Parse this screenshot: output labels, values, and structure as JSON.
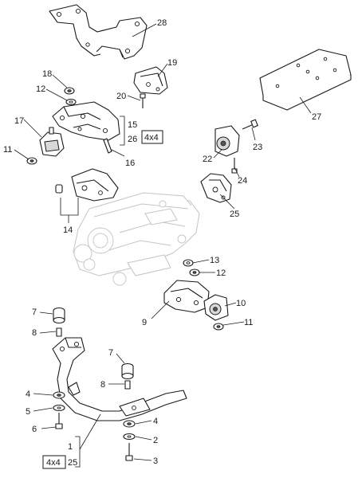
{
  "callouts": [
    {
      "id": "c28",
      "text": "28"
    },
    {
      "id": "c19",
      "text": "19"
    },
    {
      "id": "c18",
      "text": "18"
    },
    {
      "id": "c12a",
      "text": "12"
    },
    {
      "id": "c20",
      "text": "20"
    },
    {
      "id": "c27",
      "text": "27"
    },
    {
      "id": "c17",
      "text": "17"
    },
    {
      "id": "c15",
      "text": "15"
    },
    {
      "id": "c26",
      "text": "26"
    },
    {
      "id": "c11a",
      "text": "11"
    },
    {
      "id": "c16",
      "text": "16"
    },
    {
      "id": "c23",
      "text": "23"
    },
    {
      "id": "c22",
      "text": "22"
    },
    {
      "id": "c24",
      "text": "24"
    },
    {
      "id": "c25",
      "text": "25"
    },
    {
      "id": "c14",
      "text": "14"
    },
    {
      "id": "c13",
      "text": "13"
    },
    {
      "id": "c12b",
      "text": "12"
    },
    {
      "id": "c10",
      "text": "10"
    },
    {
      "id": "c9",
      "text": "9"
    },
    {
      "id": "c11b",
      "text": "11"
    },
    {
      "id": "c7a",
      "text": "7"
    },
    {
      "id": "c8a",
      "text": "8"
    },
    {
      "id": "c7b",
      "text": "7"
    },
    {
      "id": "c8b",
      "text": "8"
    },
    {
      "id": "c4a",
      "text": "4"
    },
    {
      "id": "c5",
      "text": "5"
    },
    {
      "id": "c6",
      "text": "6"
    },
    {
      "id": "c4b",
      "text": "4"
    },
    {
      "id": "c2",
      "text": "2"
    },
    {
      "id": "c3",
      "text": "3"
    },
    {
      "id": "c1",
      "text": "1"
    },
    {
      "id": "c25b",
      "text": "25"
    }
  ],
  "tags": [
    {
      "id": "tag4x4a",
      "text": "4x4"
    },
    {
      "id": "tag4x4b",
      "text": "4x4"
    }
  ]
}
